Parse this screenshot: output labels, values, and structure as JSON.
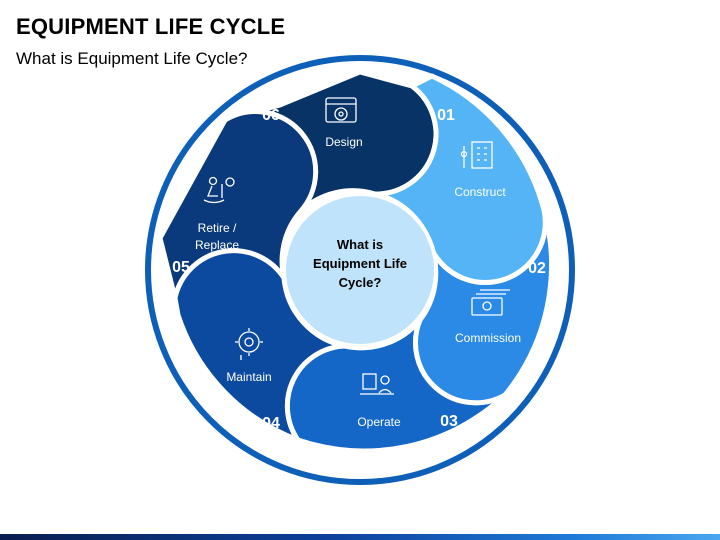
{
  "header": {
    "title": "EQUIPMENT LIFE CYCLE",
    "subtitle": "What is Equipment Life Cycle?"
  },
  "center": {
    "line1": "What is",
    "line2": "Equipment Life",
    "line3": "Cycle?"
  },
  "stages": [
    {
      "number": "01",
      "label": "Construct",
      "icon": "building-crane-icon",
      "color": "#55b4f5"
    },
    {
      "number": "02",
      "label": "Commission",
      "icon": "money-bill-icon",
      "color": "#2a8ae6"
    },
    {
      "number": "03",
      "label": "Operate",
      "icon": "operator-desk-icon",
      "color": "#1466c7"
    },
    {
      "number": "04",
      "label": "Maintain",
      "icon": "gear-wrench-icon",
      "color": "#0c4aa0"
    },
    {
      "number": "05",
      "label1": "Retire /",
      "label2": "Replace",
      "icon": "rocking-chair-icon",
      "color": "#0a3a7c"
    },
    {
      "number": "06",
      "label": "Design",
      "icon": "design-browser-icon",
      "color": "#073366"
    }
  ],
  "colors": {
    "outer_ring": "#0d5fb8",
    "center_fill": "#bfe3fb",
    "petal_border": "#ffffff"
  }
}
